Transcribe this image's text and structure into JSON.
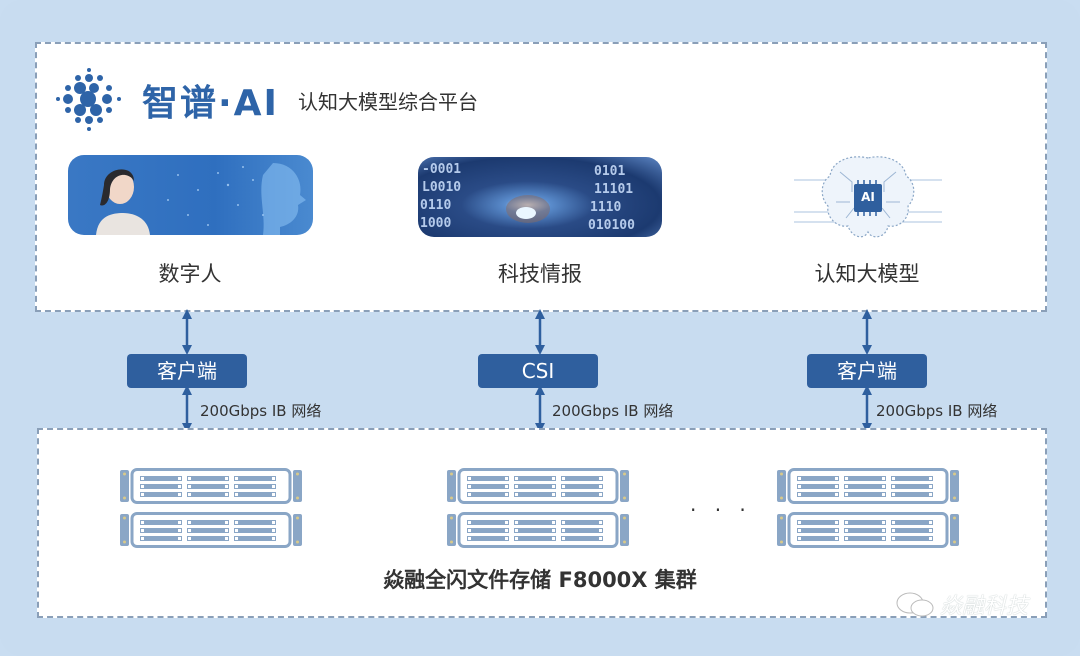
{
  "header": {
    "brand": "智谱·AI",
    "platform": "认知大模型综合平台"
  },
  "applications": [
    {
      "label": "数字人",
      "icon": "digital-human-image"
    },
    {
      "label": "科技情报",
      "icon": "tech-tunnel-image"
    },
    {
      "label": "认知大模型",
      "icon": "ai-brain-image"
    }
  ],
  "ai_chip_label": "AI",
  "connectors": [
    {
      "label": "客户端",
      "network": "200Gbps IB 网络"
    },
    {
      "label": "CSI",
      "network": "200Gbps IB 网络"
    },
    {
      "label": "客户端",
      "network": "200Gbps IB 网络"
    }
  ],
  "storage": {
    "ellipsis": "· · ·",
    "label": "焱融全闪文件存储 F8000X 集群"
  },
  "watermark": {
    "text": "焱融科技"
  },
  "colors": {
    "background": "#c8dcf0",
    "accent": "#2f5f9e",
    "brand": "#2e64a8",
    "server": "#8aa6c6"
  }
}
